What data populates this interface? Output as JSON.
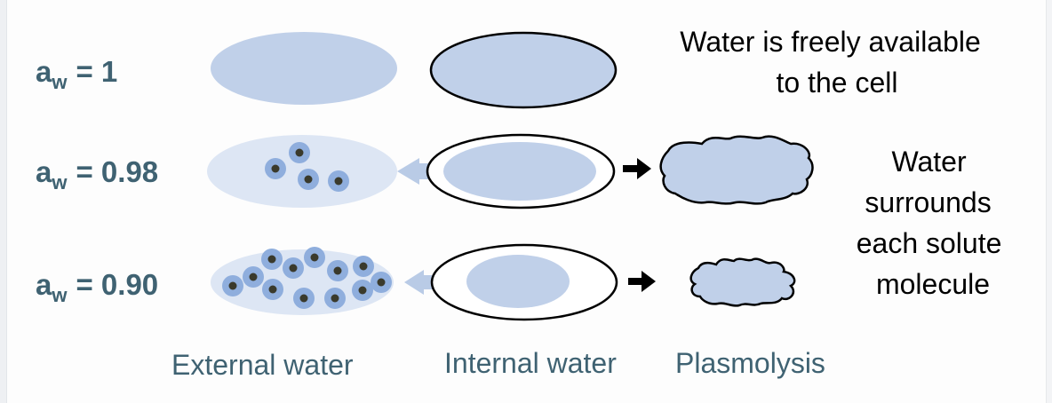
{
  "colors": {
    "label_text": "#3f6272",
    "water_fill": "#c0d0e9",
    "water_fill_light": "#dde6f4",
    "solute_halo": "#8faedd",
    "solute_core": "#3a3a2c",
    "arrow_light": "#b9cbe6",
    "arrow_dark": "#000000",
    "outline": "#000000"
  },
  "rows": [
    {
      "aw_symbol": "a",
      "aw_subscript": "w",
      "aw_value": "= 1"
    },
    {
      "aw_symbol": "a",
      "aw_subscript": "w",
      "aw_value": "= 0.98"
    },
    {
      "aw_symbol": "a",
      "aw_subscript": "w",
      "aw_value": "= 0.90"
    }
  ],
  "notes": {
    "free_water": [
      "Water is freely available",
      "to the cell"
    ],
    "surrounds": [
      "Water",
      "surrounds",
      "each solute",
      "molecule"
    ]
  },
  "columns": {
    "external": "External water",
    "internal": "Internal water",
    "plasmolysis": "Plasmolysis"
  }
}
